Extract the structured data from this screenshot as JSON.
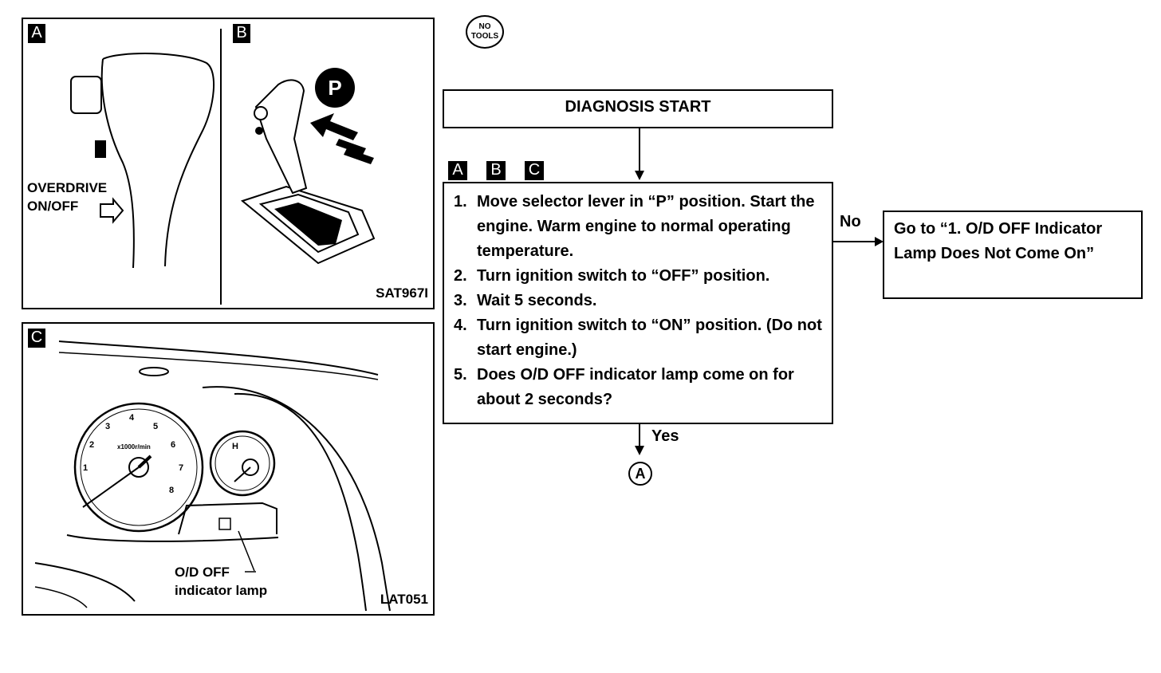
{
  "header": {
    "no_tools_line1": "NO",
    "no_tools_line2": "TOOLS"
  },
  "panel_a": {
    "tag": "A",
    "label_line1": "OVERDRIVE",
    "label_line2": "ON/OFF"
  },
  "panel_b": {
    "tag": "B",
    "p_badge": "P",
    "code": "SAT967I"
  },
  "panel_c": {
    "tag": "C",
    "gauge_numbers": [
      "1",
      "2",
      "3",
      "4",
      "5",
      "6",
      "7",
      "8"
    ],
    "gauge_unit": "x1000r/min",
    "temp_mark": "H",
    "lamp_label_line1": "O/D OFF",
    "lamp_label_line2": "indicator lamp",
    "code": "LAT051"
  },
  "flow": {
    "start": "DIAGNOSIS START",
    "tags": [
      "A",
      "B",
      "C"
    ],
    "steps": [
      {
        "num": "1.",
        "text": "Move selector lever in “P” position. Start the engine. Warm engine to normal operating temperature."
      },
      {
        "num": "2.",
        "text": "Turn ignition switch to “OFF” position."
      },
      {
        "num": "3.",
        "text": "Wait 5 seconds."
      },
      {
        "num": "4.",
        "text": "Turn ignition switch to “ON” position. (Do not start engine.)"
      },
      {
        "num": "5.",
        "text": "Does O/D OFF indicator lamp come on for about 2 seconds?"
      }
    ],
    "no_label": "No",
    "no_target": "Go to “1. O/D OFF Indicator Lamp Does Not Come On”",
    "yes_label": "Yes",
    "connector": "A"
  }
}
